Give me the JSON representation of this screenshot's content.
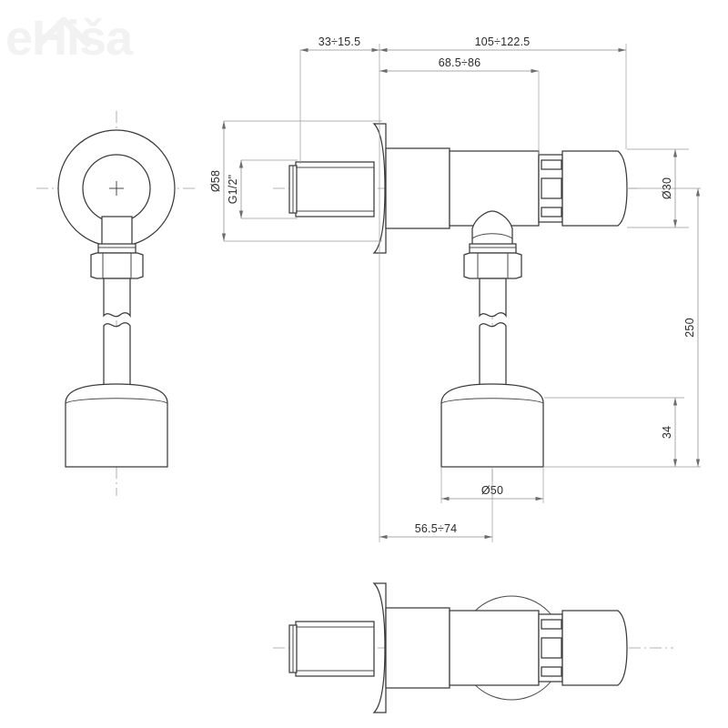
{
  "sheet": {
    "title": "Angle valve technical drawing",
    "background_color": "#ffffff",
    "line_color": "#3a3a3a",
    "dim_color": "#8d8d8d",
    "text_color": "#2b2b2b"
  },
  "watermark": {
    "text": "eHiša",
    "color": "#f2f2f2",
    "icon": "house-roof-icon"
  },
  "dimensions": {
    "top_left": {
      "label": "33÷15.5",
      "orientation": "horizontal"
    },
    "top_right": {
      "label": "105÷122.5",
      "orientation": "horizontal"
    },
    "top_middle": {
      "label": "68.5÷86",
      "orientation": "horizontal"
    },
    "flange_dia": {
      "label": "Ø58",
      "orientation": "vertical"
    },
    "thread_size": {
      "label": "G1/2\"",
      "orientation": "vertical"
    },
    "knob_dia": {
      "label": "Ø30",
      "orientation": "vertical"
    },
    "total_height": {
      "label": "250",
      "orientation": "vertical"
    },
    "base_height": {
      "label": "34",
      "orientation": "vertical"
    },
    "base_dia": {
      "label": "Ø50",
      "orientation": "horizontal"
    },
    "bottom_offset": {
      "label": "56.5÷74",
      "orientation": "horizontal"
    }
  },
  "views": {
    "front_left": {
      "name": "front-view-circle"
    },
    "side_main": {
      "name": "side-section-view"
    },
    "bottom": {
      "name": "plan-view"
    }
  }
}
